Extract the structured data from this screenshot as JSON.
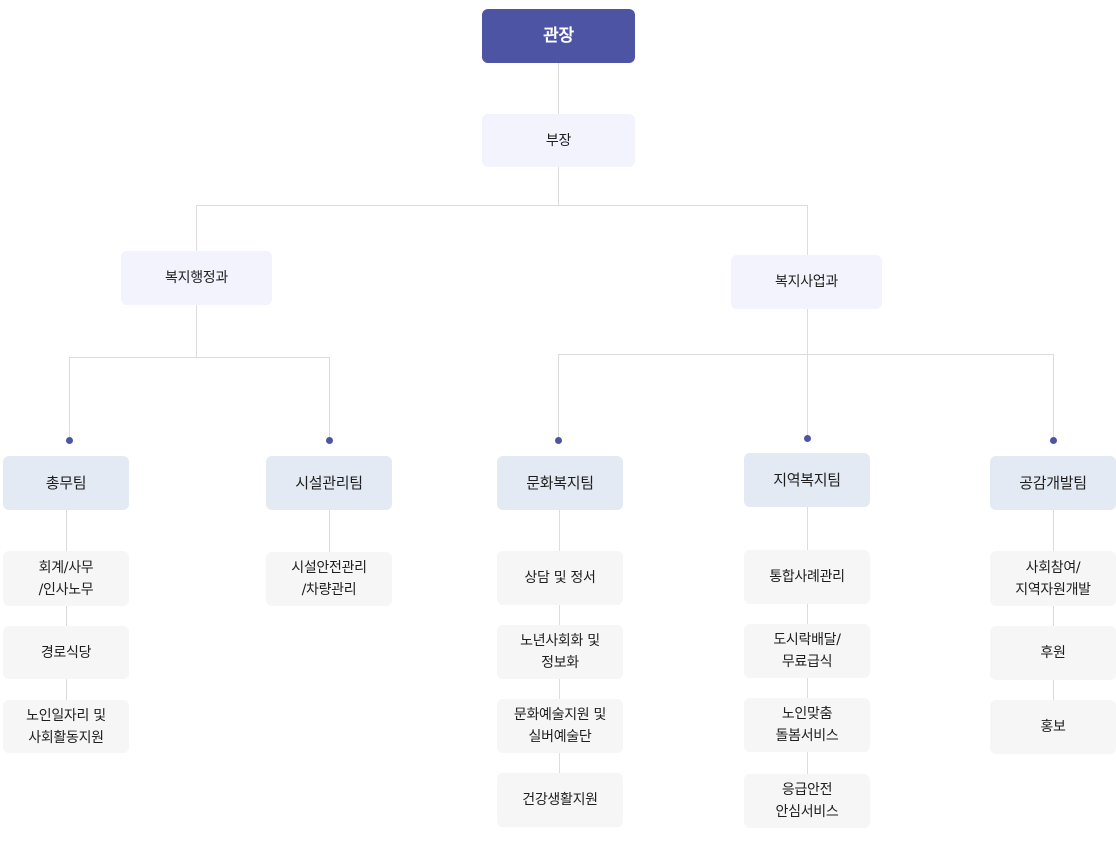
{
  "org_chart": {
    "director": "관장",
    "deputy": "부장",
    "departments": [
      {
        "name": "복지행정과",
        "teams": [
          {
            "name": "총무팀",
            "tasks": [
              "회계/사무\n/인사노무",
              "경로식당",
              "노인일자리 및\n사회활동지원"
            ]
          },
          {
            "name": "시설관리팀",
            "tasks": [
              "시설안전관리\n/차량관리"
            ]
          }
        ]
      },
      {
        "name": "복지사업과",
        "teams": [
          {
            "name": "문화복지팀",
            "tasks": [
              "상담 및 정서",
              "노년사회화 및\n정보화",
              "문화예술지원 및\n실버예술단",
              "건강생활지원"
            ]
          },
          {
            "name": "지역복지팀",
            "tasks": [
              "통합사례관리",
              "도시락배달/\n무료급식",
              "노인맞춤\n돌봄서비스",
              "응급안전\n안심서비스"
            ]
          },
          {
            "name": "공감개발팀",
            "tasks": [
              "사회참여/\n지역자원개발",
              "후원",
              "홍보"
            ]
          }
        ]
      }
    ]
  },
  "colors": {
    "director_bg": "#4d54a4",
    "deputy_bg": "#f3f3fd",
    "team_bg": "#e3eaf3",
    "task_bg": "#f6f6f6",
    "connector": "#dcdcdc",
    "dot": "#4d54a4"
  }
}
